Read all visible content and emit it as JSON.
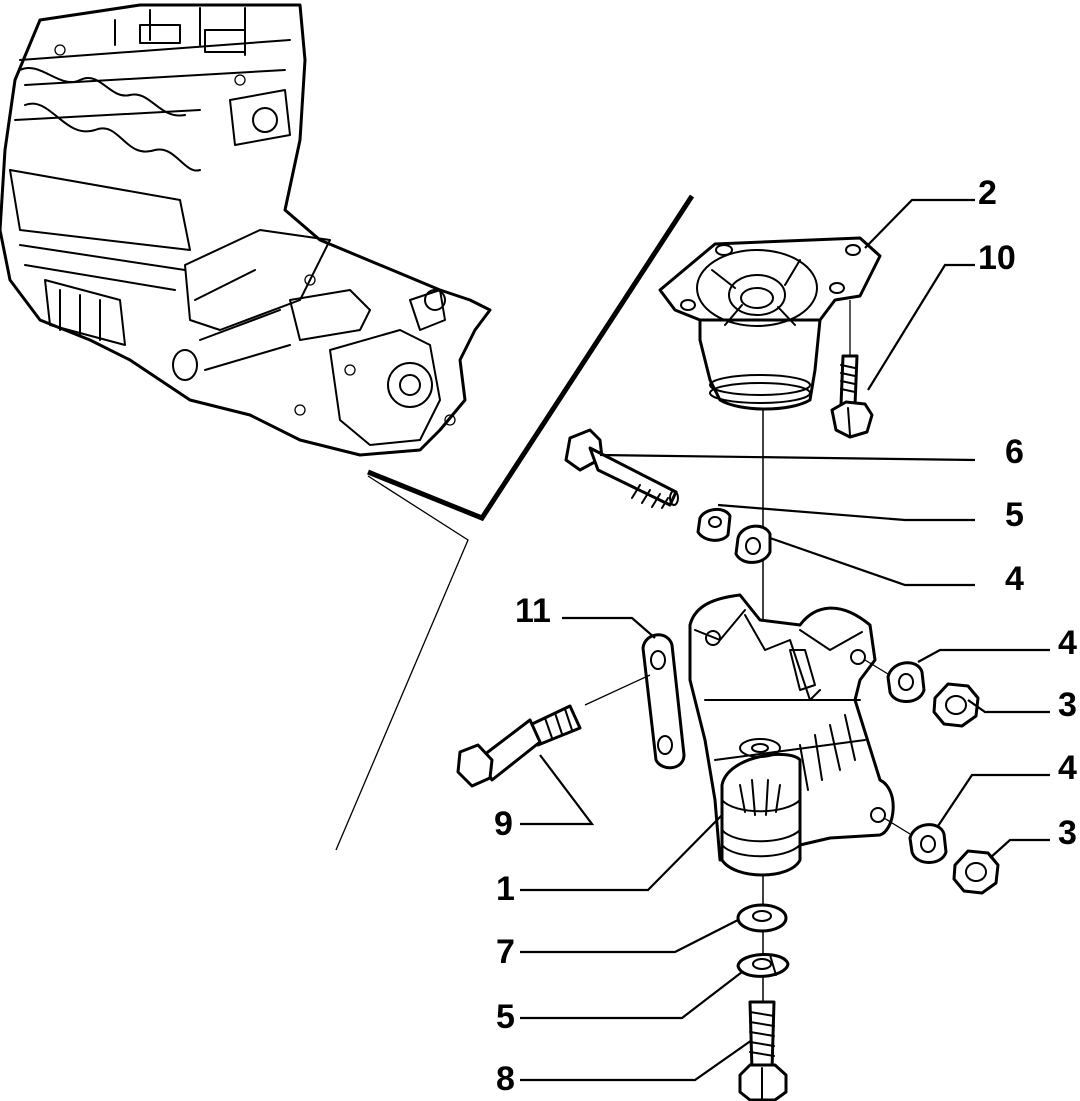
{
  "callouts": [
    {
      "id": "c2",
      "label": "2"
    },
    {
      "id": "c10",
      "label": "10"
    },
    {
      "id": "c6",
      "label": "6"
    },
    {
      "id": "c5a",
      "label": "5"
    },
    {
      "id": "c4a",
      "label": "4"
    },
    {
      "id": "c11",
      "label": "11"
    },
    {
      "id": "c4b",
      "label": "4"
    },
    {
      "id": "c3a",
      "label": "3"
    },
    {
      "id": "c4c",
      "label": "4"
    },
    {
      "id": "c9",
      "label": "9"
    },
    {
      "id": "c3b",
      "label": "3"
    },
    {
      "id": "c1",
      "label": "1"
    },
    {
      "id": "c7",
      "label": "7"
    },
    {
      "id": "c5b",
      "label": "5"
    },
    {
      "id": "c8",
      "label": "8"
    }
  ],
  "colors": {
    "ink": "#000000",
    "paper": "#ffffff"
  }
}
